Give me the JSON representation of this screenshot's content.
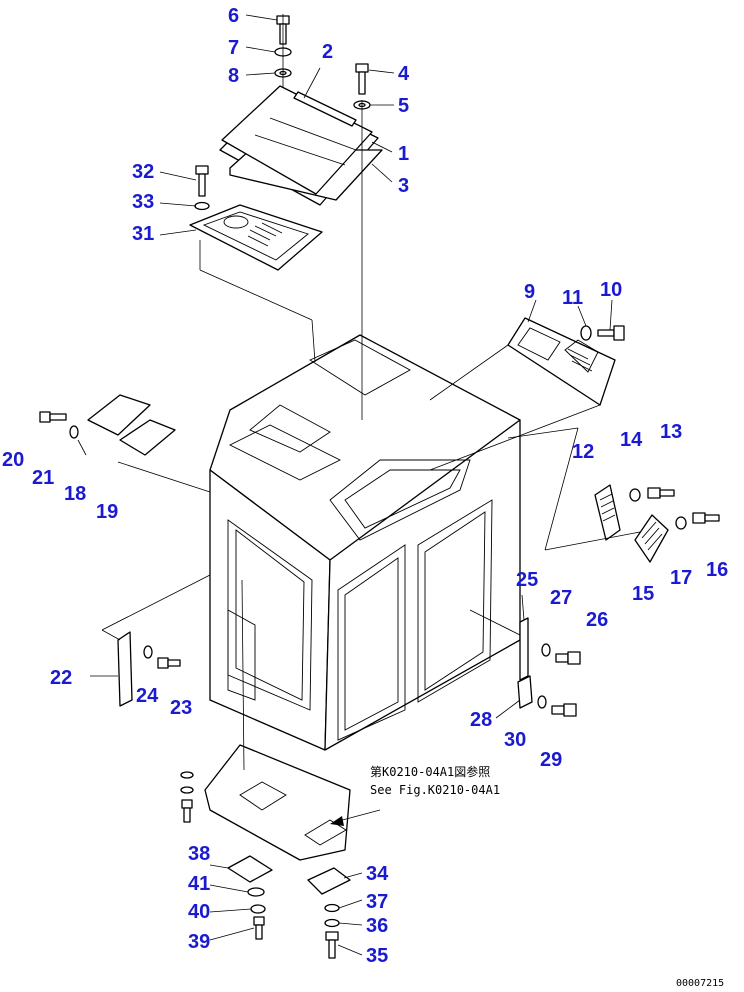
{
  "callouts": {
    "c1": "1",
    "c2": "2",
    "c3": "3",
    "c4": "4",
    "c5": "5",
    "c6": "6",
    "c7": "7",
    "c8": "8",
    "c9": "9",
    "c10": "10",
    "c11": "11",
    "c12": "12",
    "c13": "13",
    "c14": "14",
    "c15": "15",
    "c16": "16",
    "c17": "17",
    "c18": "18",
    "c19": "19",
    "c20": "20",
    "c21": "21",
    "c22": "22",
    "c23": "23",
    "c24": "24",
    "c25": "25",
    "c26": "26",
    "c27": "27",
    "c28": "28",
    "c29": "29",
    "c30": "30",
    "c31": "31",
    "c32": "32",
    "c33": "33",
    "c34": "34",
    "c35": "35",
    "c36": "36",
    "c37": "37",
    "c38": "38",
    "c39": "39",
    "c40": "40",
    "c41": "41"
  },
  "reference_note": {
    "japanese": "第K0210-04A1図参照",
    "english": "See Fig.K0210-04A1"
  },
  "figure_code": "00007215",
  "colors": {
    "callout": "#1a1ad0",
    "line": "#000000",
    "watermark": "#c9cede"
  }
}
